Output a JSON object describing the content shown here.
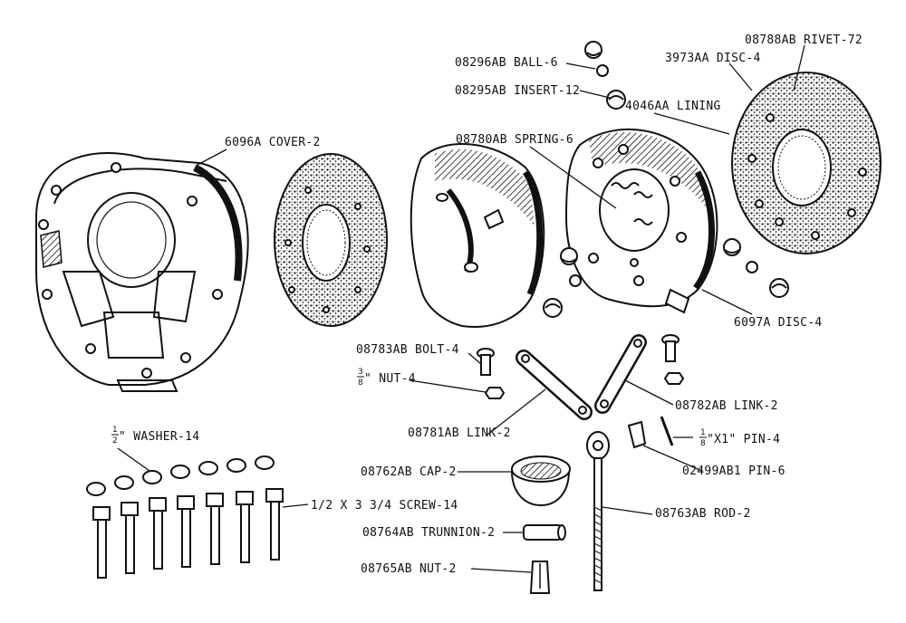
{
  "labels": {
    "ball": "08296AB BALL-6",
    "insert": "08295AB INSERT-12",
    "disc3973": "3973AA DISC-4",
    "rivet": "08788AB RIVET-72",
    "lining": "4046AA LINING",
    "cover": "6096A COVER-2",
    "spring": "08780AB SPRING-6",
    "disc6097": "6097A DISC-4",
    "bolt": "08783AB BOLT-4",
    "nut4_num": "3",
    "nut4_den": "8",
    "nut4": "\" NUT-4",
    "link2782": "08782AB LINK-2",
    "link2781": "08781AB LINK-2",
    "pin4_num": "1",
    "pin4_den": "8",
    "pin4": "\"X1\" PIN-4",
    "washer_num": "1",
    "washer_den": "2",
    "washer": "\" WASHER-14",
    "cap": "08762AB CAP-2",
    "pin6": "02499AB1 PIN-6",
    "screw": "1/2 X 3 3/4 SCREW-14",
    "rod": "08763AB ROD-2",
    "trunnion": "08764AB TRUNNION-2",
    "nut2": "08765AB NUT-2"
  }
}
